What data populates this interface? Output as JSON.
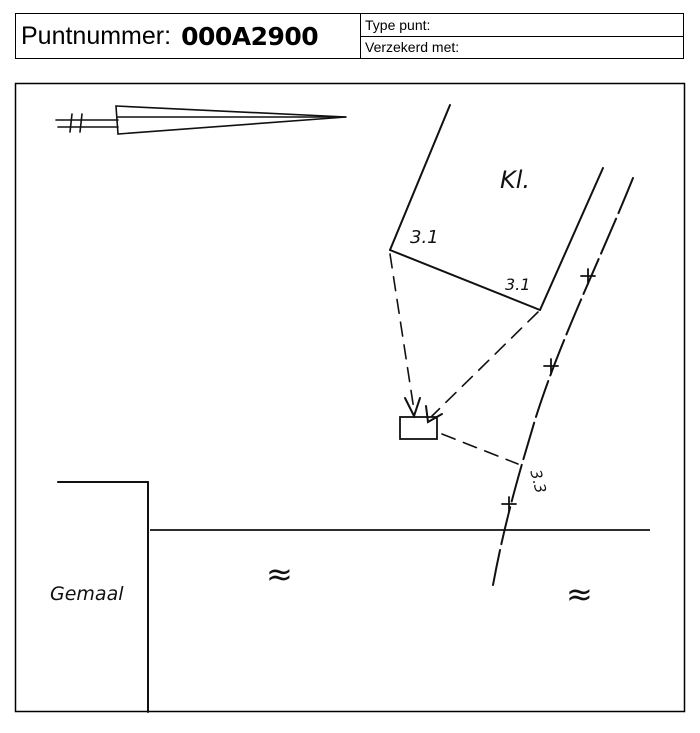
{
  "header": {
    "puntnummer_label": "Puntnummer:",
    "puntnummer_value": "000A2900",
    "type_punt_label": "Type punt:",
    "verzekerd_met_label": "Verzekerd met:"
  },
  "sketch": {
    "label_kl": "Kl.",
    "measure_top_left": "3.1",
    "measure_top_right": "3.1",
    "measure_right": "3.3",
    "label_gemaal": "Gemaal",
    "water_symbol": "≈"
  }
}
